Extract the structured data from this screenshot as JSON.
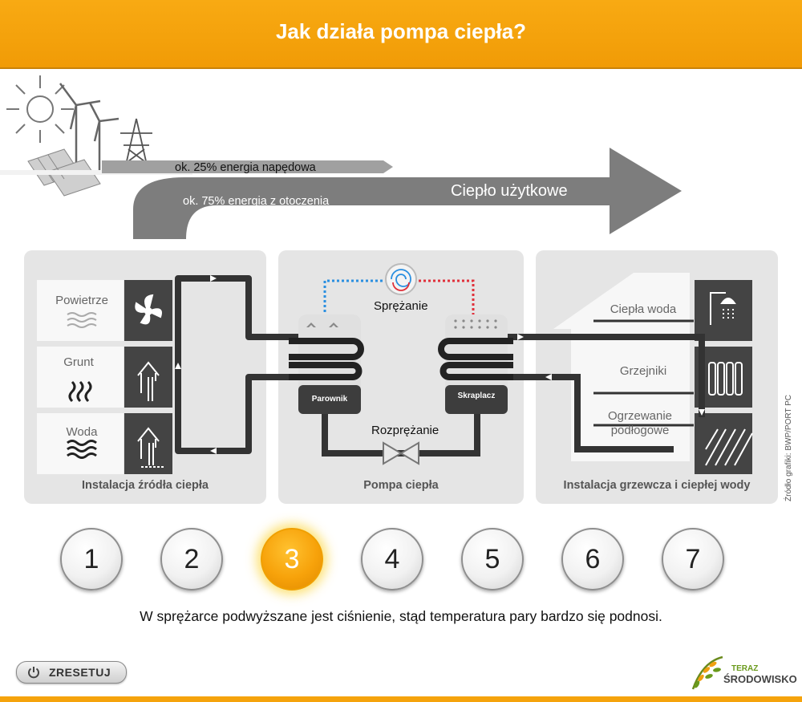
{
  "header": {
    "title": "Jak działa pompa ciepła?"
  },
  "flow": {
    "drive_energy": "ok. 25% energia napędowa",
    "ambient_energy": "ok. 75% energia z otoczenia",
    "useful_heat": "Ciepło użytkowe"
  },
  "source_panel": {
    "title": "Instalacja źródła ciepła",
    "items": [
      {
        "label": "Powietrze",
        "icon": "fan-icon"
      },
      {
        "label": "Grunt",
        "icon": "ground-probe-icon"
      },
      {
        "label": "Woda",
        "icon": "water-well-icon"
      }
    ]
  },
  "pump_panel": {
    "title": "Pompa ciepła",
    "compression": "Sprężanie",
    "expansion": "Rozprężanie",
    "evaporator": "Parownik",
    "condenser": "Skraplacz"
  },
  "heating_panel": {
    "title": "Instalacja grzewcza i ciepłej wody",
    "items": [
      {
        "label": "Ciepła woda",
        "icon": "shower-icon"
      },
      {
        "label": "Grzejniki",
        "icon": "radiator-icon"
      },
      {
        "label": "Ogrzewanie podłogowe",
        "icon": "floor-heating-icon"
      }
    ]
  },
  "credit": "Źródło grafiki: BWP/PORT PC",
  "steps": {
    "active": 3,
    "labels": [
      "1",
      "2",
      "3",
      "4",
      "5",
      "6",
      "7"
    ]
  },
  "description": "W sprężarce podwyższane jest ciśnienie, stąd temperatura pary bardzo się podnosi.",
  "reset_label": "ZRESETUJ",
  "logo": {
    "line1": "TERAZ",
    "line2": "ŚRODOWISKO"
  },
  "colors": {
    "accent": "#f5a30c",
    "cold": "#2a8fe0",
    "hot": "#e0303a"
  }
}
